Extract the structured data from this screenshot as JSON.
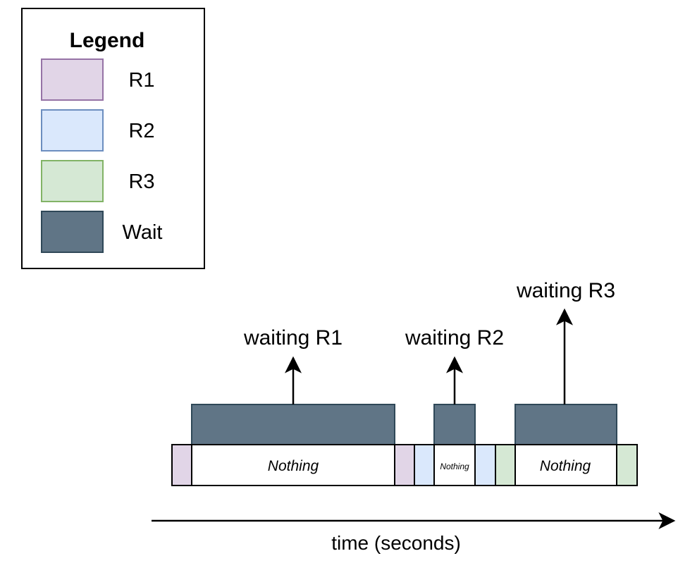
{
  "legend": {
    "title": "Legend",
    "items": [
      {
        "label": "R1",
        "fill": "#e1d5e7",
        "stroke": "#9673a6"
      },
      {
        "label": "R2",
        "fill": "#dae8fc",
        "stroke": "#6c8ebf"
      },
      {
        "label": "R3",
        "fill": "#d5e8d4",
        "stroke": "#82b366"
      },
      {
        "label": "Wait",
        "fill": "#607586",
        "stroke": "#2f4858"
      }
    ]
  },
  "timeline": {
    "segment_labels": {
      "nothing_1": "Nothing",
      "nothing_2": "Nothing",
      "nothing_3": "Nothing"
    },
    "annotations": {
      "wait_1": "waiting R1",
      "wait_2": "waiting R2",
      "wait_3": "waiting R3"
    }
  },
  "axis": {
    "label": "time (seconds)"
  },
  "colors": {
    "outline": "#000000",
    "nothing_fill": "#ffffff"
  }
}
